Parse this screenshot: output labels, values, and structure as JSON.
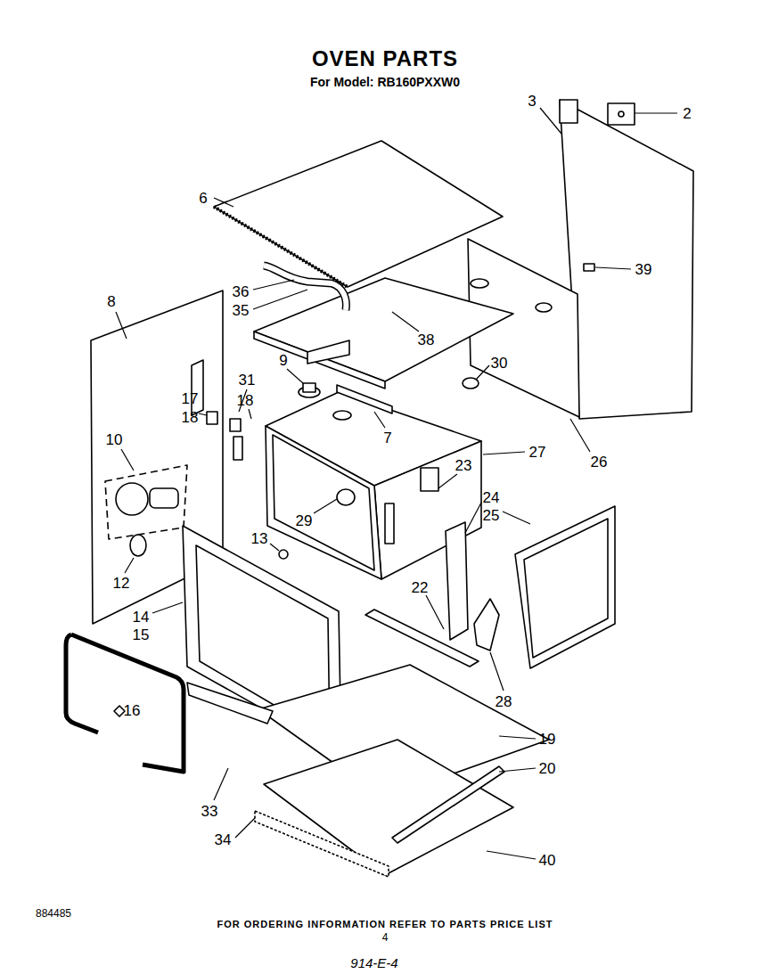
{
  "diagram": {
    "title": "OVEN PARTS",
    "caption": "FOR ORDERING INFORMATION REFER TO PARTS PRICE LIST",
    "labels": [
      "For Model: RB160PXXW0",
      "2",
      "3",
      "6",
      "39",
      "36",
      "35",
      "38",
      "8",
      "9",
      "31",
      "17",
      "18",
      "18",
      "30",
      "10",
      "7",
      "27",
      "26",
      "23",
      "24",
      "25",
      "29",
      "13",
      "12",
      "22",
      "14",
      "15",
      "28",
      "16",
      "19",
      "20",
      "33",
      "34",
      "40",
      "884485",
      "4",
      "914-E-4"
    ]
  }
}
